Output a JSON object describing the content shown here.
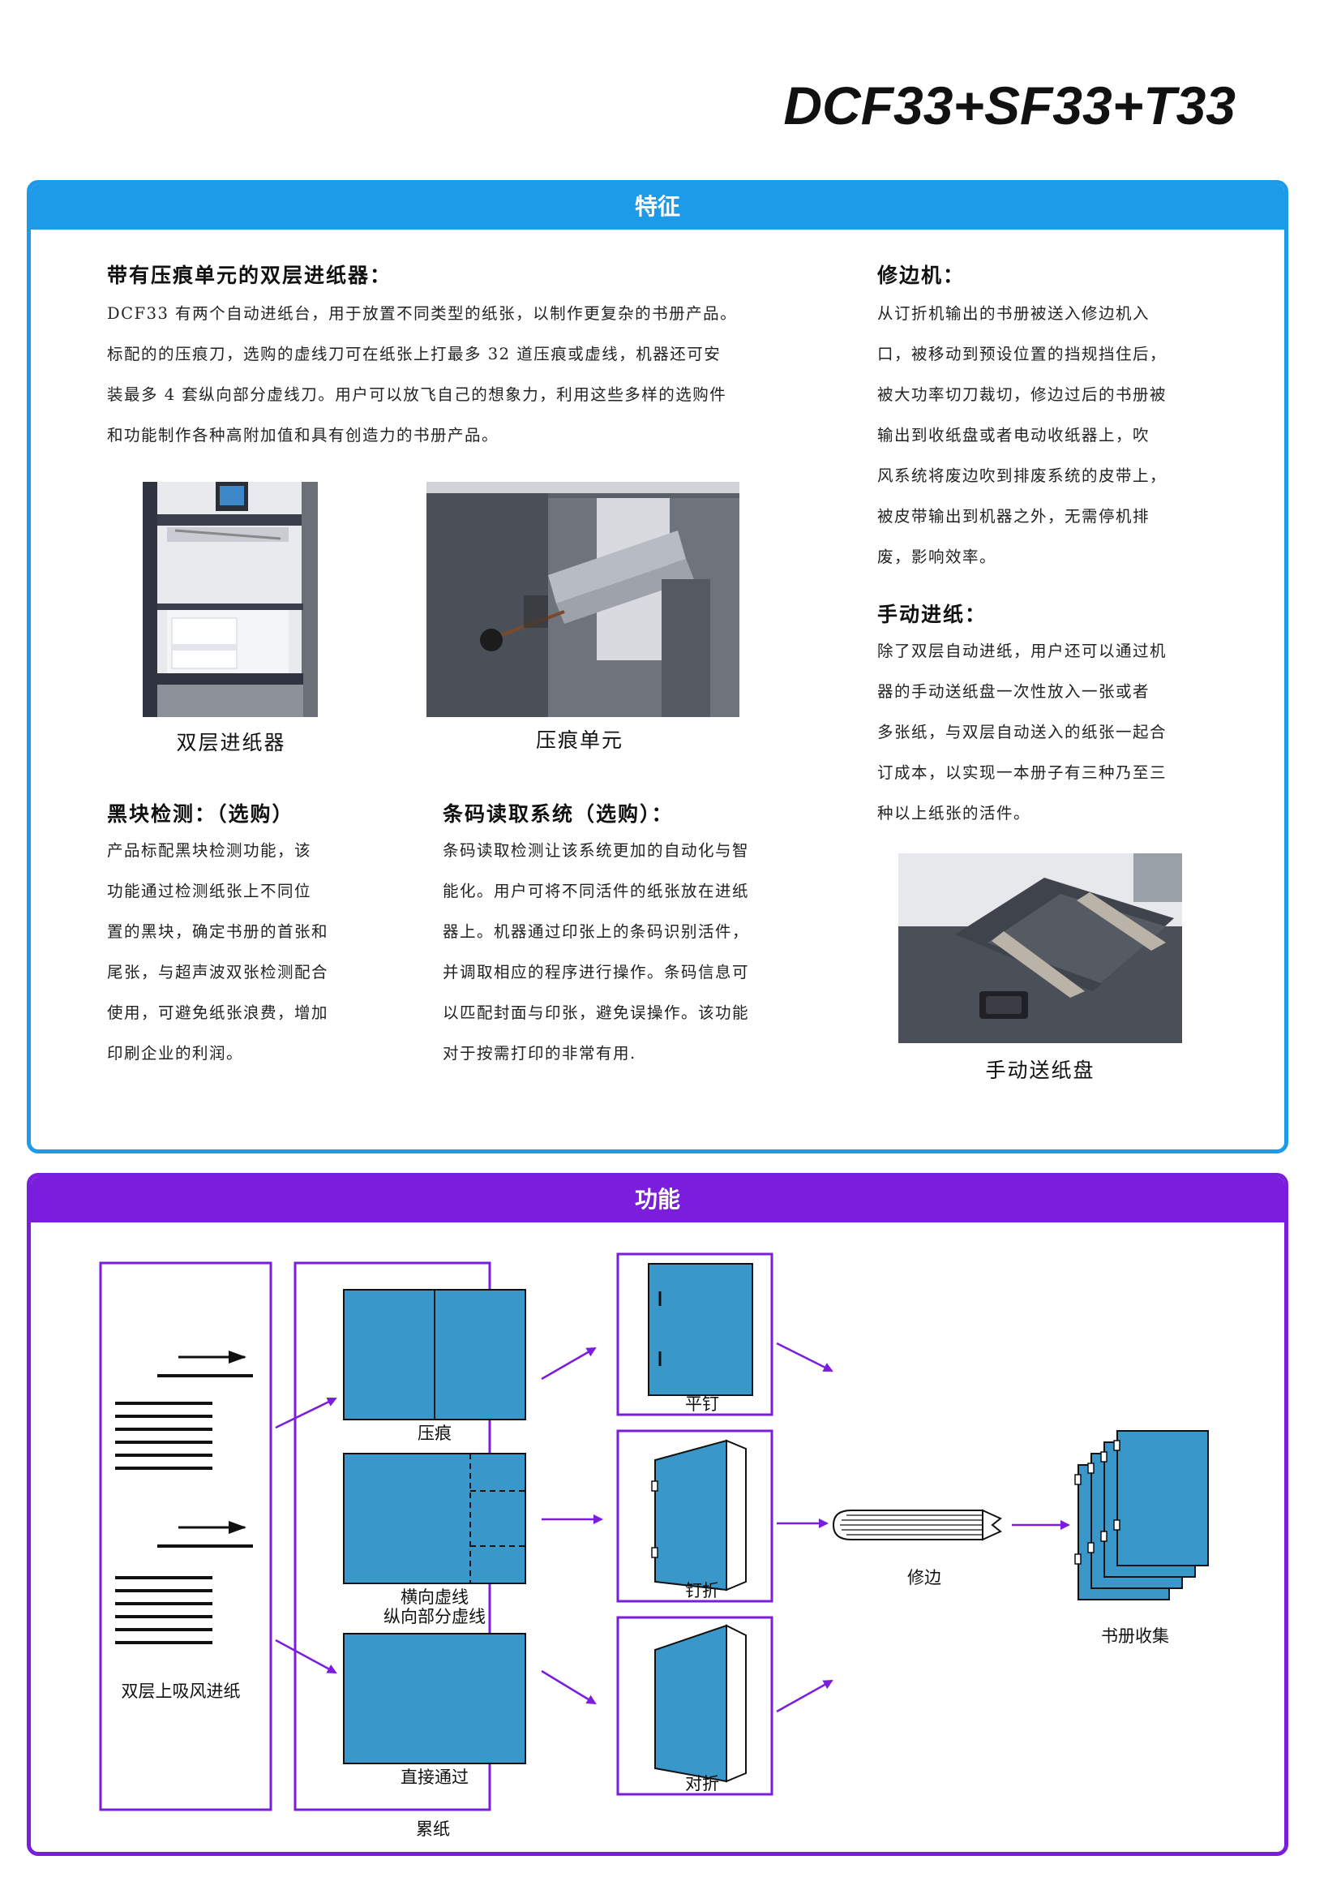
{
  "page_title": "DCF33+SF33+T33",
  "features": {
    "header": "特征",
    "feeder": {
      "heading": "带有压痕单元的双层进纸器：",
      "lines": [
        "DCF33 有两个自动进纸台，用于放置不同类型的纸张，以制作更复杂的书册产品。",
        "标配的的压痕刀，选购的虚线刀可在纸张上打最多 32 道压痕或虚线，机器还可安",
        "装最多 4 套纵向部分虚线刀。用户可以放飞自己的想象力，利用这些多样的选购件",
        "和功能制作各种高附加值和具有创造力的书册产品。"
      ]
    },
    "photo1_caption": "双层进纸器",
    "photo2_caption": "压痕单元",
    "black_mark": {
      "heading": "黑块检测：（选购）",
      "lines": [
        "产品标配黑块检测功能，该",
        "功能通过检测纸张上不同位",
        "置的黑块，确定书册的首张和",
        "尾张，与超声波双张检测配合",
        "使用，可避免纸张浪费，增加",
        "印刷企业的利润。"
      ]
    },
    "barcode": {
      "heading": "条码读取系统（选购）：",
      "lines": [
        "条码读取检测让该系统更加的自动化与智",
        "能化。用户可将不同活件的纸张放在进纸",
        "器上。机器通过印张上的条码识别活件，",
        "并调取相应的程序进行操作。条码信息可",
        "以匹配封面与印张，避免误操作。该功能",
        "对于按需打印的非常有用."
      ]
    },
    "trimmer": {
      "heading": "修边机：",
      "lines": [
        "从订折机输出的书册被送入修边机入",
        "口，被移动到预设位置的挡规挡住后，",
        "被大功率切刀裁切，修边过后的书册被",
        "输出到收纸盘或者电动收纸器上，吹",
        "风系统将废边吹到排废系统的皮带上，",
        "被皮带输出到机器之外，无需停机排",
        "废，影响效率。"
      ]
    },
    "manual": {
      "heading": "手动进纸：",
      "lines": [
        "除了双层自动进纸，用户还可以通过机",
        "器的手动送纸盘一次性放入一张或者",
        "多张纸，与双层自动送入的纸张一起合",
        "订成本，以实现一本册子有三种乃至三",
        "种以上纸张的活件。"
      ]
    },
    "photo3_caption": "手动送纸盘"
  },
  "functions": {
    "header": "功能",
    "labels": {
      "feed": "双层上吸风进纸",
      "collate": "累纸",
      "crease": "压痕",
      "perf1": "横向虚线",
      "perf2": "纵向部分虚线",
      "pass": "直接通过",
      "flat": "平钉",
      "saddle": "钉折",
      "fold": "对折",
      "trim": "修边",
      "collect": "书册收集"
    }
  },
  "colors": {
    "blue_header": "#1e9be8",
    "purple_header": "#7a1ddc",
    "sheet_fill": "#3a97c9"
  }
}
